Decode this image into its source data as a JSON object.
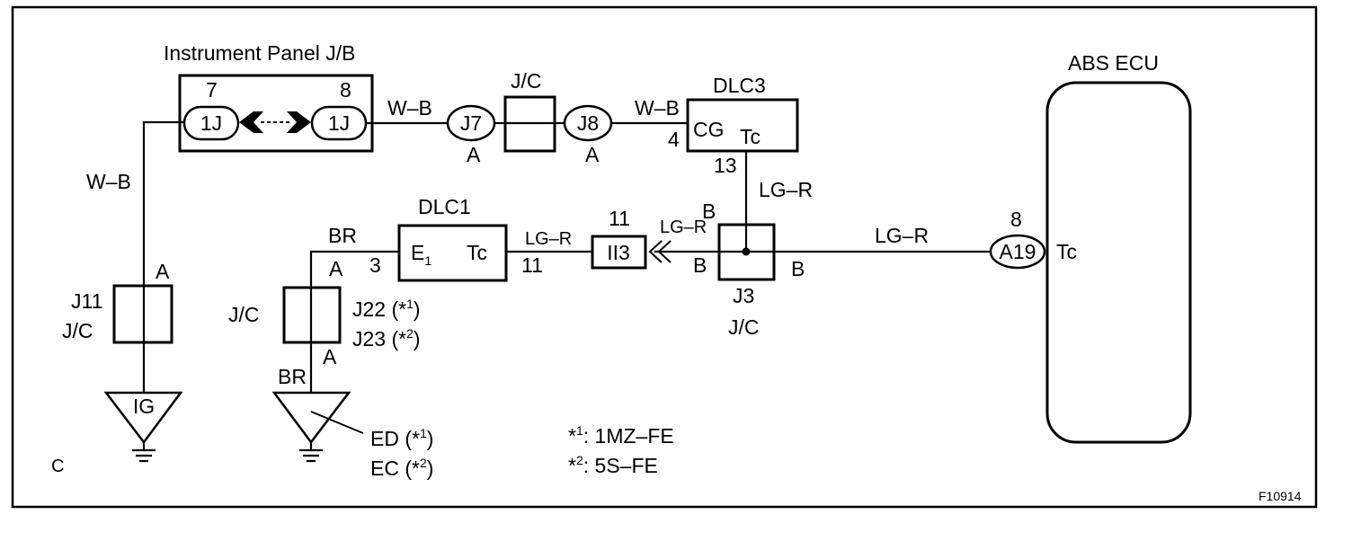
{
  "figure_code": "F10914",
  "corner_letter": "C",
  "components": {
    "ip_jb": {
      "title": "Instrument Panel J/B",
      "pin_left": "7",
      "pin_right": "8",
      "conn_left": "1J",
      "conn_right": "1J"
    },
    "jc_top": {
      "title": "J/C",
      "conn_left": "J7",
      "conn_right": "J8",
      "side_left": "A",
      "side_right": "A"
    },
    "dlc3": {
      "title": "DLC3",
      "cg": "CG",
      "tc": "Tc",
      "pin_cg": "4",
      "pin_tc": "13"
    },
    "abs_ecu": {
      "title": "ABS ECU",
      "connector": "A19",
      "pin": "8",
      "terminal": "Tc"
    },
    "dlc1": {
      "title": "DLC1",
      "e1_main": "E",
      "e1_sub": "1",
      "tc": "Tc",
      "pin_e1": "3",
      "pin_tc": "11"
    },
    "ii3": {
      "label": "II3",
      "pin": "11"
    },
    "j3": {
      "name": "J3",
      "type": "J/C",
      "side_top": "B",
      "side_left": "B",
      "side_right": "B"
    },
    "j11": {
      "name": "J11",
      "type": "J/C",
      "side": "A"
    },
    "j22": {
      "type": "J/C",
      "name1": "J22 (*",
      "sup1": "1",
      "name2": "J23 (*",
      "sup2": "2",
      "side_top": "A",
      "side_bottom": "A"
    },
    "ground_ig": {
      "label": "IG"
    },
    "ground_ed": {
      "name1": "ED (*",
      "sup1": "1",
      "name2": "EC (*",
      "sup2": "2"
    }
  },
  "wires": {
    "w_b_left": "W–B",
    "w_b_mid": "W–B",
    "w_b_right": "W–B",
    "lg_r_dlc3": "LG–R",
    "lg_r_abs": "LG–R",
    "lg_r_dlc1": "LG–R",
    "lg_r_ii3": "LG–R",
    "br_top": "BR",
    "br_bottom": "BR"
  },
  "notes": [
    {
      "mark": "*",
      "sup": "1",
      "text": ": 1MZ–FE"
    },
    {
      "mark": "*",
      "sup": "2",
      "text": ": 5S–FE"
    }
  ]
}
